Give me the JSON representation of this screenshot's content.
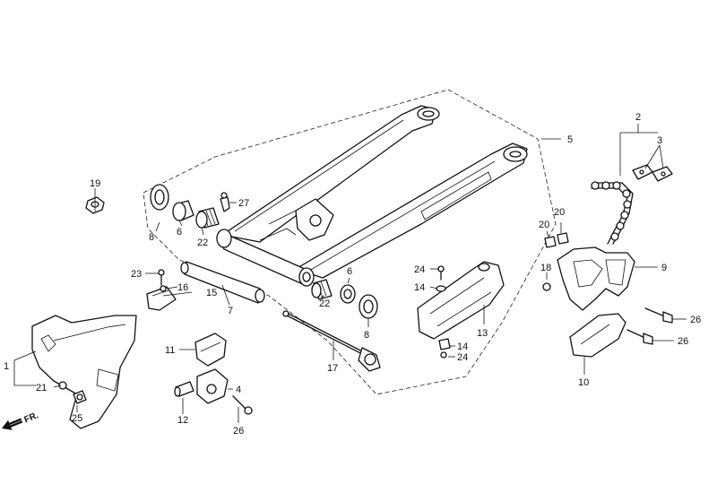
{
  "labels": {
    "p1": "1",
    "p2": "2",
    "p3": "3",
    "p4": "4",
    "p5": "5",
    "p6a": "6",
    "p6b": "6",
    "p7": "7",
    "p8a": "8",
    "p8b": "8",
    "p9": "9",
    "p10": "10",
    "p11": "11",
    "p12": "12",
    "p13": "13",
    "p14a": "14",
    "p14b": "14",
    "p15": "15",
    "p16": "16",
    "p17": "17",
    "p18": "18",
    "p19": "19",
    "p20a": "20",
    "p20b": "20",
    "p21": "21",
    "p22a": "22",
    "p22b": "22",
    "p23": "23",
    "p24a": "24",
    "p24b": "24",
    "p25": "25",
    "p26a": "26",
    "p26b": "26",
    "p26c": "26",
    "p27": "27"
  },
  "direction_marker": "FR."
}
